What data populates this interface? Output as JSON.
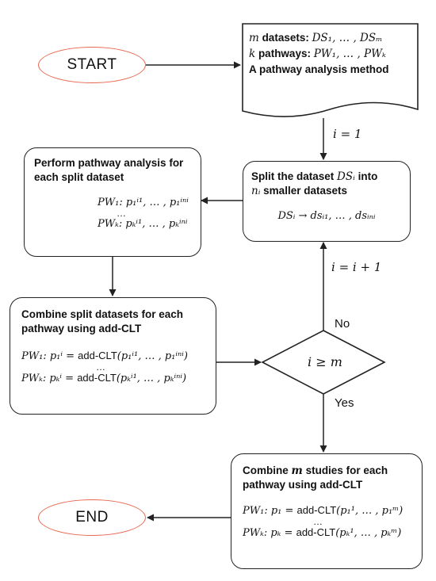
{
  "start": {
    "label": "START"
  },
  "end": {
    "label": "END"
  },
  "input_doc": {
    "line1_var": "m",
    "line1_text": " datasets: ",
    "line1_math": "DS₁, … , DSₘ",
    "line2_var": "k",
    "line2_text": " pathways: ",
    "line2_math": "PW₁, … , PWₖ",
    "line3": "A pathway analysis method"
  },
  "edge_init": {
    "label": "i = 1"
  },
  "split_box": {
    "title": "Split the dataset ",
    "title_var": "DSᵢ",
    "title_end": " into",
    "line2_var": "nᵢ",
    "line2_text": " smaller datasets",
    "formula": "DSᵢ → dsᵢ₁, … , dsᵢₙᵢ"
  },
  "perform_box": {
    "title": "Perform pathway analysis for each split dataset",
    "eq1": "PW₁: p₁ⁱ¹, … , p₁ⁱⁿⁱ",
    "dots": "…",
    "eq2": "PWₖ: pₖⁱ¹, … , pₖⁱⁿⁱ"
  },
  "combine_split_box": {
    "title": "Combine split datasets for each pathway using add-CLT",
    "eq1_lhs": "PW₁: p₁ⁱ = ",
    "eq1_fn": "add-CLT",
    "eq1_args": "(p₁ⁱ¹, … , p₁ⁱⁿⁱ)",
    "dots": "…",
    "eq2_lhs": "PWₖ: pₖⁱ = ",
    "eq2_fn": "add-CLT",
    "eq2_args": "(pₖⁱ¹, … , pₖⁱⁿⁱ)"
  },
  "decision": {
    "label": "i ≥ m",
    "no": "No",
    "yes": "Yes"
  },
  "edge_increment": {
    "label": "i = i + 1"
  },
  "combine_studies_box": {
    "title_a": "Combine ",
    "title_var": "m",
    "title_b": " studies for each pathway using add-CLT",
    "eq1_lhs": "PW₁: p₁ = ",
    "eq1_fn": "add-CLT",
    "eq1_args": "(p₁¹, … , p₁ᵐ)",
    "dots": "…",
    "eq2_lhs": "PWₖ: pₖ = ",
    "eq2_fn": "add-CLT",
    "eq2_args": "(pₖ¹, … , pₖᵐ)"
  },
  "colors": {
    "terminal_border": "#e8674f",
    "line": "#222222"
  }
}
